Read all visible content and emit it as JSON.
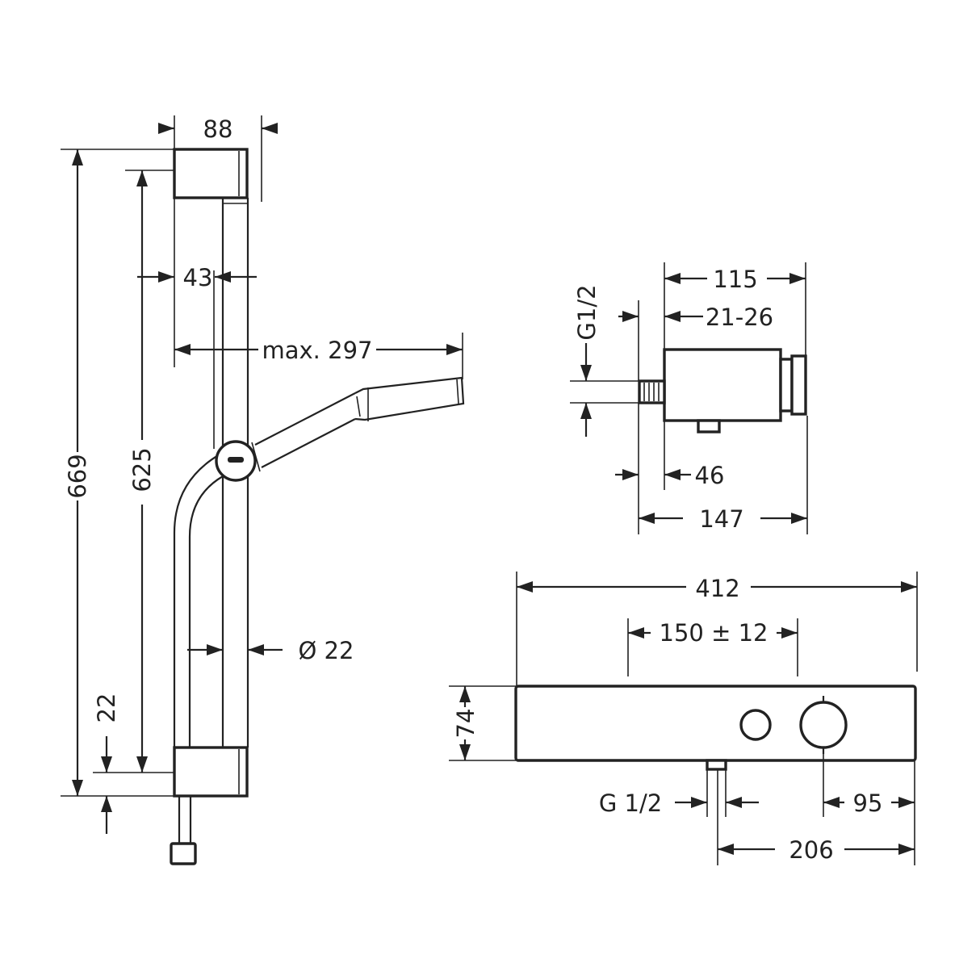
{
  "dimensions": {
    "rail_width": "88",
    "rail_height_total": "669",
    "rail_height_inner": "625",
    "slider_offset": "43",
    "max_reach": "max. 297",
    "bottom_gap": "22",
    "tube_diameter": "Ø 22",
    "outlet_thread_vertical": "G1/2",
    "outlet_depth": "115",
    "outlet_adjust": "21-26",
    "outlet_offset": "46",
    "outlet_total": "147",
    "thermostat_width": "412",
    "inlet_spacing": "150 ± 12",
    "thermostat_height": "74",
    "inlet_thread": "G 1/2",
    "knob_offset": "95",
    "inlet_to_end": "206"
  },
  "colors": {
    "line": "#222222",
    "background": "#ffffff"
  }
}
